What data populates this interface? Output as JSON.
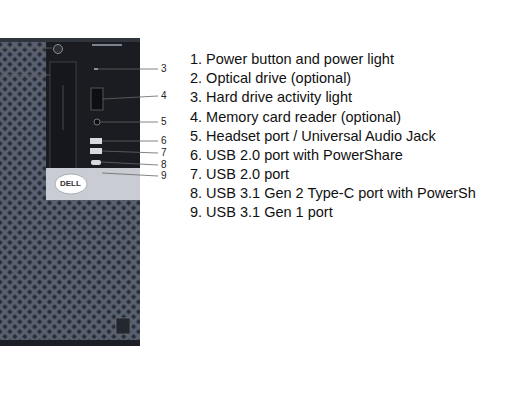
{
  "diagram": {
    "labels": [
      "3",
      "4",
      "5",
      "6",
      "7",
      "8",
      "9",
      "DELL",
      "1. Power button and power light",
      "2. Optical drive (optional)",
      "3. Hard drive activity light",
      "4. Memory card reader (optional)",
      "5. Headset port / Universal Audio Jack",
      "6. USB 2.0 port with PowerShare",
      "7. USB 2.0 port",
      "8. USB 3.1 Gen 2 Type-C port with PowerSh",
      "9. USB 3.1 Gen 1 port"
    ]
  }
}
